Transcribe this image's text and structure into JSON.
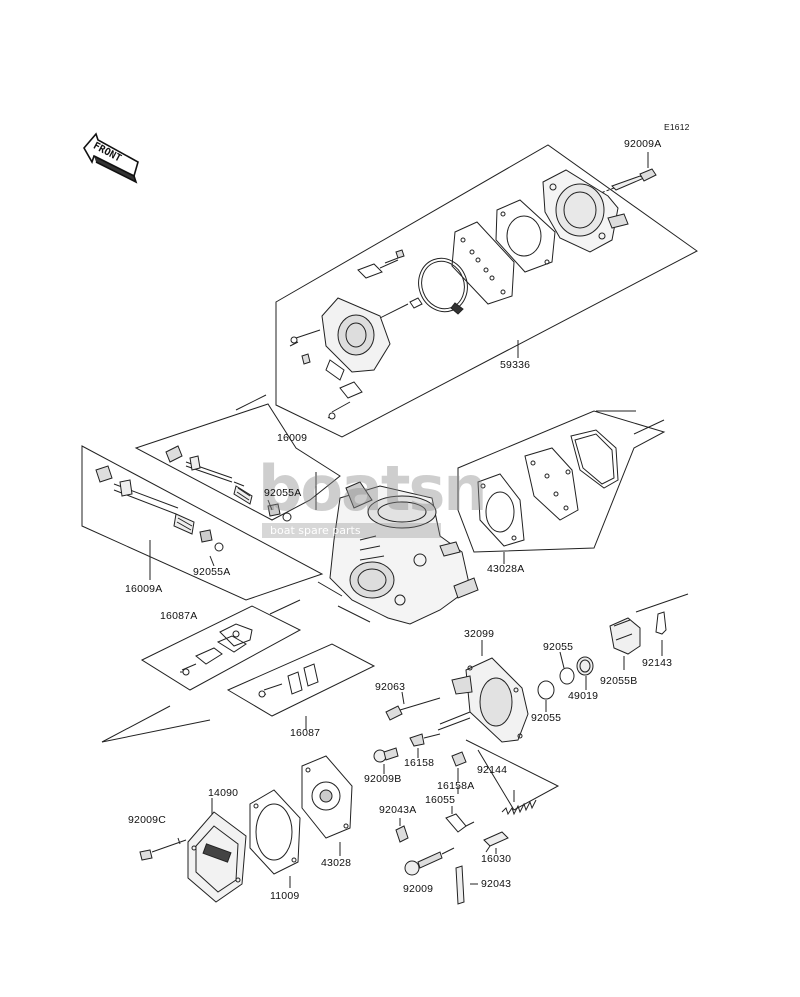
{
  "diagram": {
    "ref_code": "E1612",
    "front_label": "FRONT",
    "watermark": {
      "main": "boatsn",
      "sub": "boat spare parts"
    },
    "parts": {
      "p92009A": "92009A",
      "p59336": "59336",
      "p16009": "16009",
      "p92055A_1": "92055A",
      "p92055A_2": "92055A",
      "p16009A": "16009A",
      "p43028A": "43028A",
      "p16087A": "16087A",
      "p16087": "16087",
      "p32099": "32099",
      "p92055_1": "92055",
      "p92055_2": "92055",
      "p92143": "92143",
      "p92055B": "92055B",
      "p49019": "49019",
      "p92063": "92063",
      "p16158": "16158",
      "p92009B": "92009B",
      "p16158A": "16158A",
      "p92144": "92144",
      "p14090": "14090",
      "p92043A": "92043A",
      "p16055": "16055",
      "p92009C": "92009C",
      "p43028": "43028",
      "p16030": "16030",
      "p11009": "11009",
      "p92009": "92009",
      "p92043": "92043"
    }
  }
}
